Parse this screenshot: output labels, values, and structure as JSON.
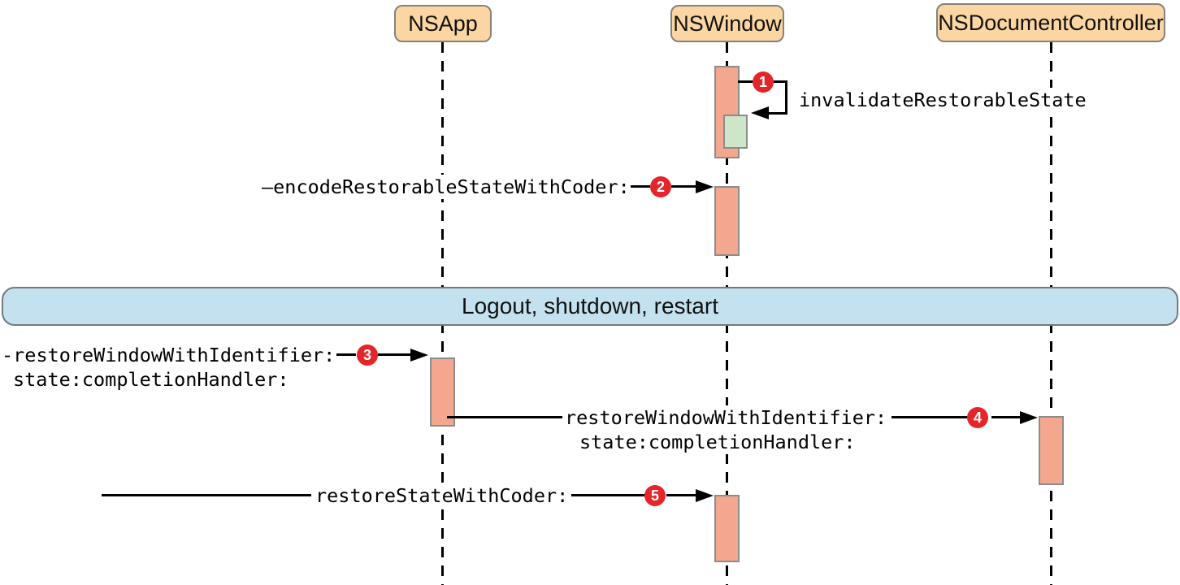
{
  "actors": [
    {
      "id": "nsapp",
      "label": "NSApp"
    },
    {
      "id": "nswindow",
      "label": "NSWindow"
    },
    {
      "id": "nsdocumentcontroller",
      "label": "NSDocumentController"
    }
  ],
  "band": {
    "label": "Logout, shutdown, restart"
  },
  "messages": [
    {
      "num": "1",
      "label": "invalidateRestorableState",
      "to": "NSWindow",
      "self_call": true
    },
    {
      "num": "2",
      "label": "—encodeRestorableStateWithCoder:",
      "to": "NSWindow"
    },
    {
      "num": "3",
      "label": "-restoreWindowWithIdentifier:",
      "label2": "state:completionHandler:",
      "to": "NSApp"
    },
    {
      "num": "4",
      "label": "restoreWindowWithIdentifier:",
      "label2": "state:completionHandler:",
      "from": "NSApp",
      "to": "NSDocumentController"
    },
    {
      "num": "5",
      "label": "restoreStateWithCoder:",
      "to": "NSWindow"
    }
  ],
  "colors": {
    "actor_fill": "#fbd6a3",
    "actor_border": "#85827a",
    "activation_fill": "#f3a78f",
    "activation_border": "#8c8c8c",
    "nested_activation_fill": "#cde5c8",
    "band_fill": "#c3e1ee",
    "band_border": "#75797c",
    "badge_red": "#e4252a",
    "line_black": "#000000"
  }
}
